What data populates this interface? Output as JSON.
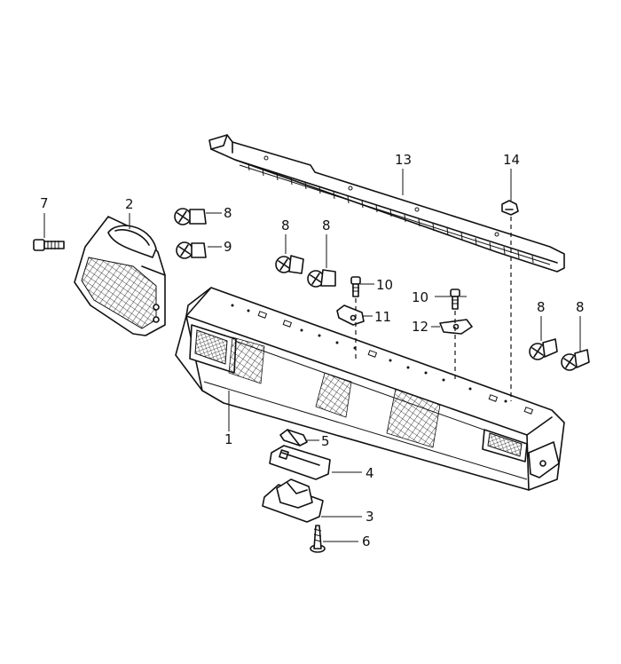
{
  "diagram": {
    "callouts": [
      {
        "id": "c1",
        "text": "1"
      },
      {
        "id": "c2",
        "text": "2"
      },
      {
        "id": "c3",
        "text": "3"
      },
      {
        "id": "c4",
        "text": "4"
      },
      {
        "id": "c5",
        "text": "5"
      },
      {
        "id": "c6",
        "text": "6"
      },
      {
        "id": "c7",
        "text": "7"
      },
      {
        "id": "c8a",
        "text": "8"
      },
      {
        "id": "c8b",
        "text": "8"
      },
      {
        "id": "c8c",
        "text": "8"
      },
      {
        "id": "c8d",
        "text": "8"
      },
      {
        "id": "c8e",
        "text": "8"
      },
      {
        "id": "c9",
        "text": "9"
      },
      {
        "id": "c10a",
        "text": "10"
      },
      {
        "id": "c10b",
        "text": "10"
      },
      {
        "id": "c11",
        "text": "11"
      },
      {
        "id": "c12",
        "text": "12"
      },
      {
        "id": "c13",
        "text": "13"
      },
      {
        "id": "c14",
        "text": "14"
      }
    ]
  }
}
